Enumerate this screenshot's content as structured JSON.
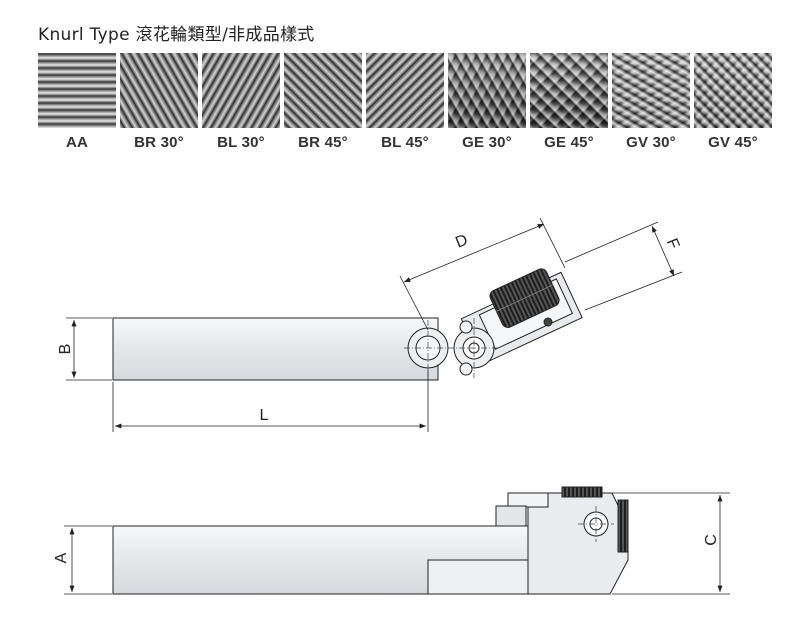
{
  "title": "Knurl Type 滾花輪類型/非成品樣式",
  "knurl_types": [
    {
      "label": "AA",
      "texture": "straight-horizontal"
    },
    {
      "label": "BR 30°",
      "texture": "diagonal-right-30"
    },
    {
      "label": "BL 30°",
      "texture": "diagonal-left-30"
    },
    {
      "label": "BR 45°",
      "texture": "diagonal-right-45"
    },
    {
      "label": "BL 45°",
      "texture": "diagonal-left-45"
    },
    {
      "label": "GE 30°",
      "texture": "male-diamond-30"
    },
    {
      "label": "GE 45°",
      "texture": "male-diamond-45"
    },
    {
      "label": "GV 30°",
      "texture": "female-diamond-30"
    },
    {
      "label": "GV 45°",
      "texture": "female-diamond-45"
    }
  ],
  "dimensions": {
    "d": "D",
    "f": "F",
    "b": "B",
    "l": "L",
    "a": "A",
    "c": "C"
  },
  "colors": {
    "line": "#222222",
    "body_fill": "#e6e8eb",
    "body_shade": "#f7f8f9",
    "knurl_dark": "#333333"
  }
}
